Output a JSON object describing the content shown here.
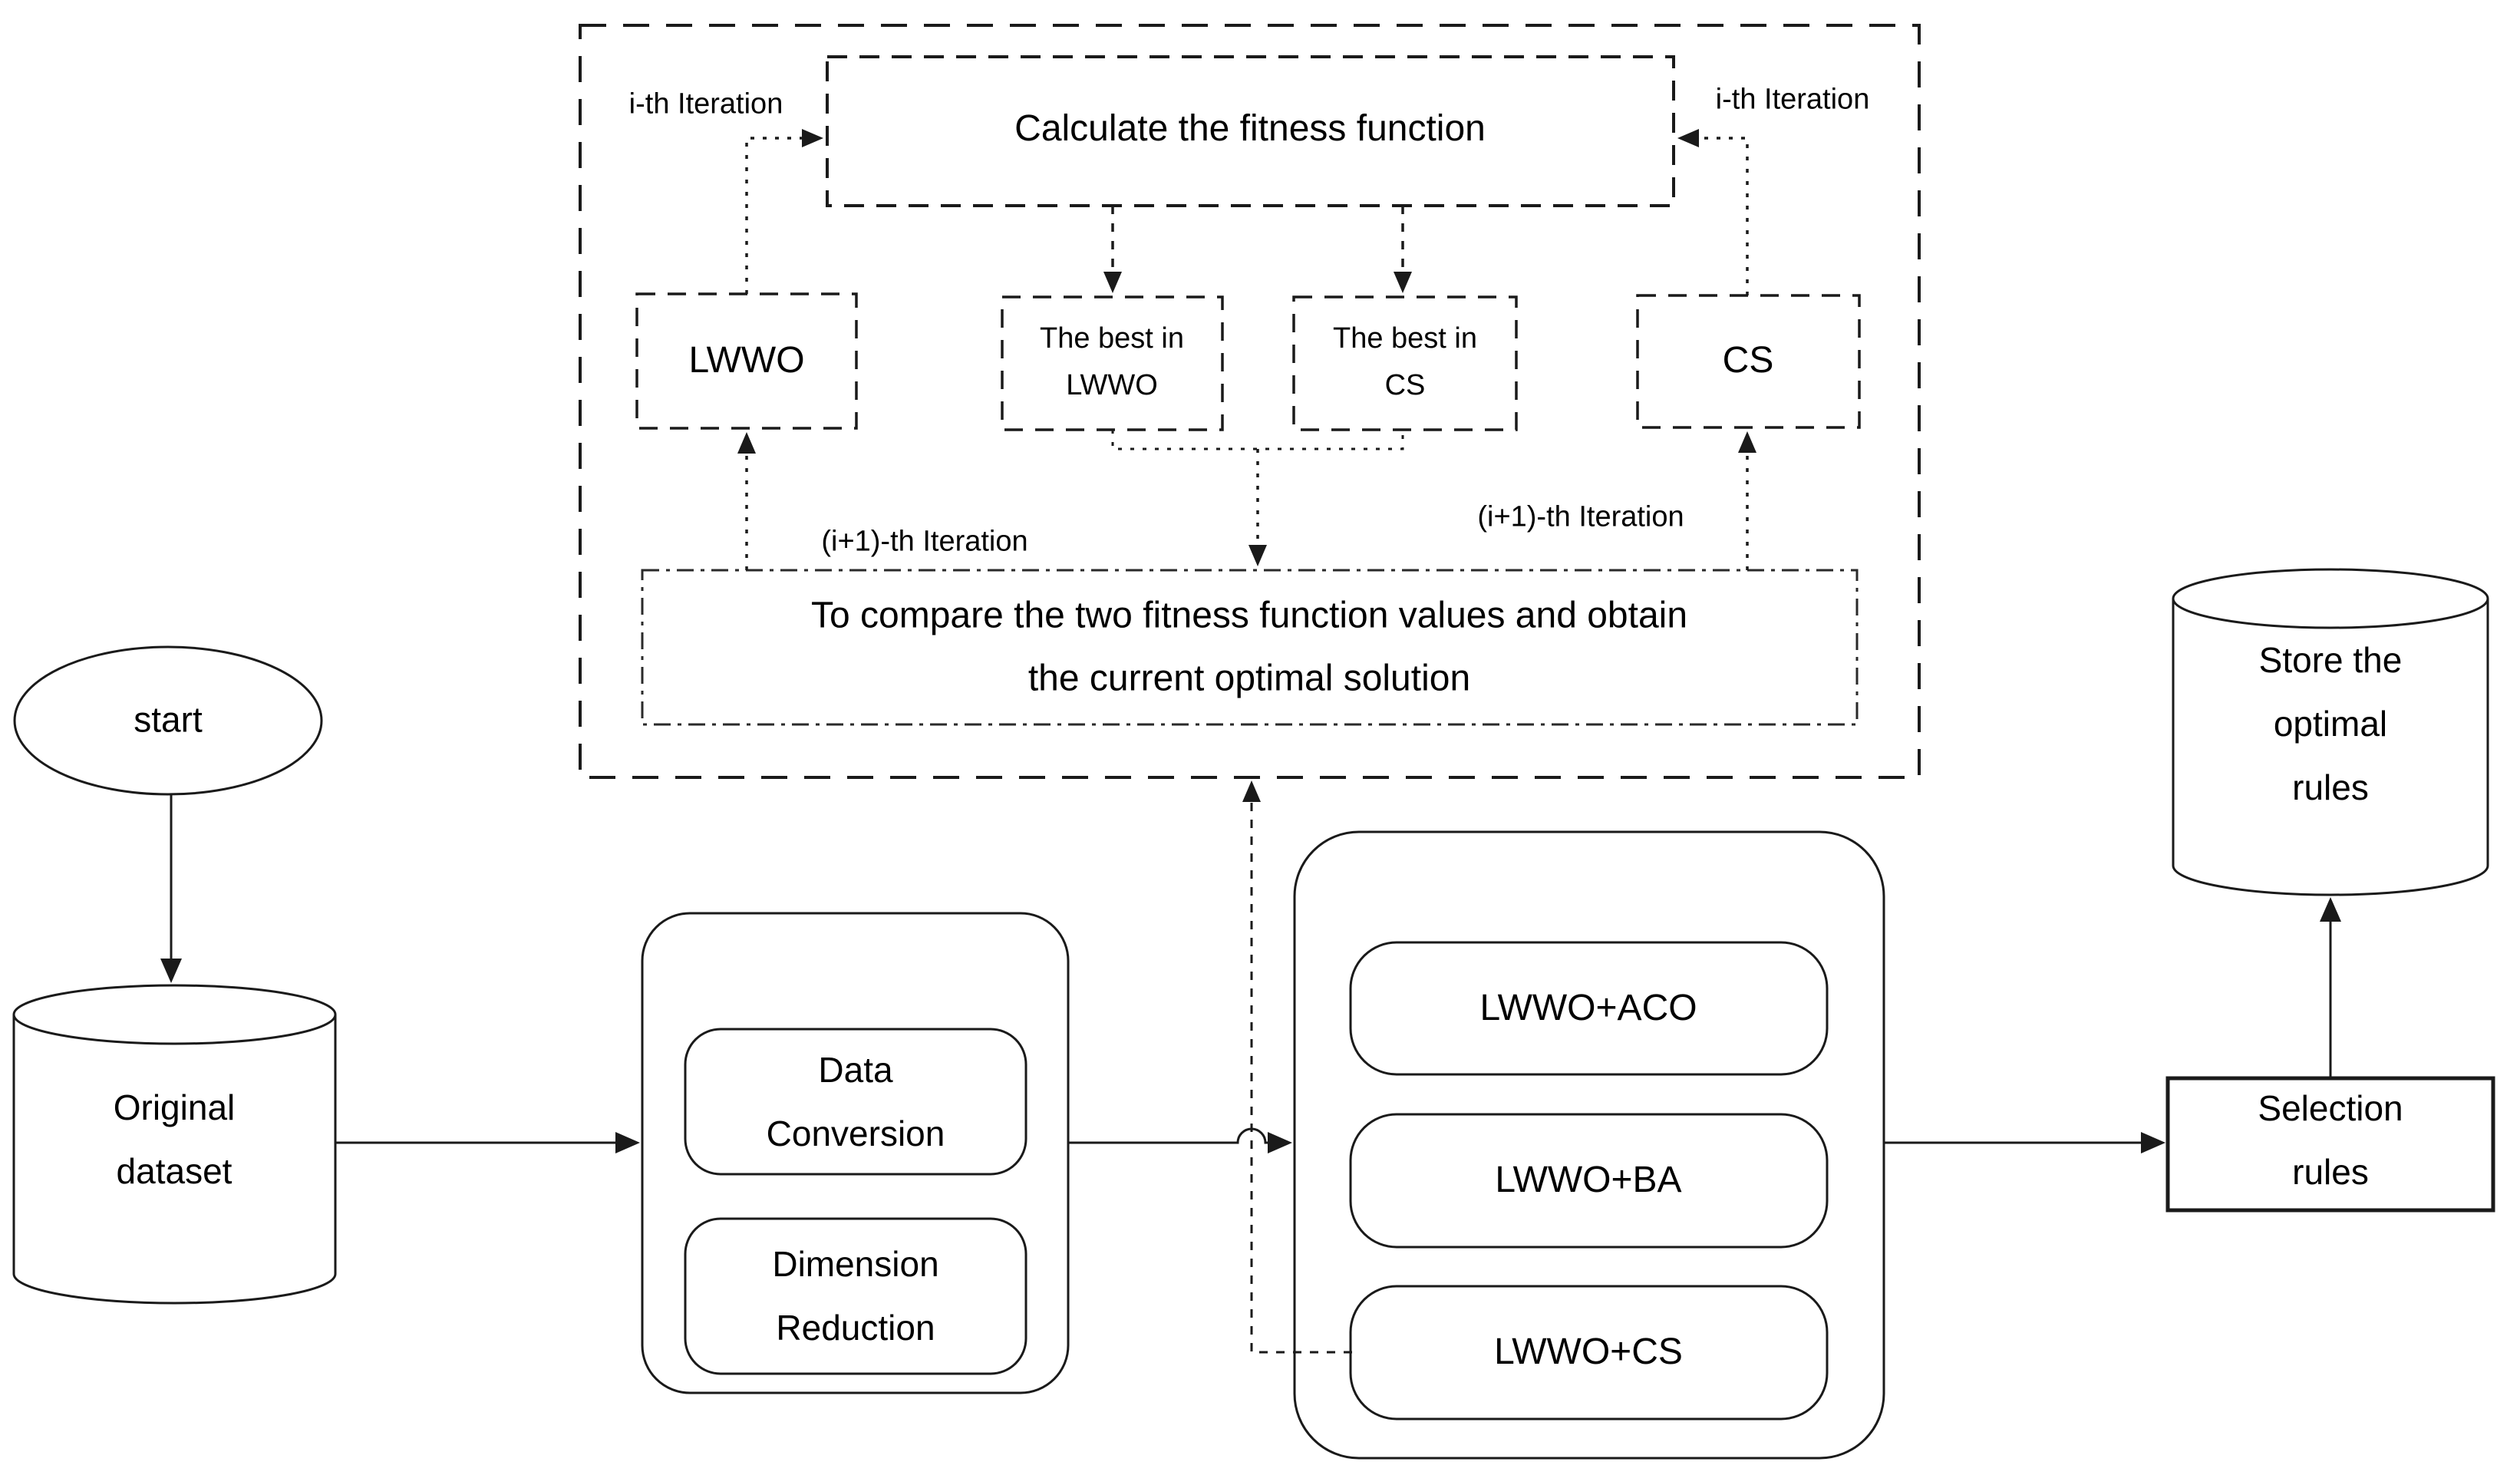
{
  "nodes": {
    "start": "start",
    "original_dataset": "Original\ndataset",
    "data_conversion": "Data\nConversion",
    "dimension_reduction": "Dimension\nReduction",
    "lwwo_aco": "LWWO+ACO",
    "lwwo_ba": "LWWO+BA",
    "lwwo_cs": "LWWO+CS",
    "selection_rules": "Selection\nrules",
    "store_rules": "Store the\noptimal rules",
    "fitness": "Calculate the fitness function",
    "lwwo": "LWWO",
    "best_lwwo": "The best in\nLWWO",
    "best_cs": "The best in\nCS",
    "cs": "CS",
    "compare": "To compare the two fitness function values and obtain\nthe current optimal solution"
  },
  "labels": {
    "ith_left": "i-th Iteration",
    "ith_right": "i-th Iteration",
    "i1_left": "(i+1)-th Iteration",
    "i1_right": "(i+1)-th Iteration"
  },
  "colors": {
    "line": "#1a1a1a",
    "text": "#000000",
    "background": "#ffffff"
  }
}
